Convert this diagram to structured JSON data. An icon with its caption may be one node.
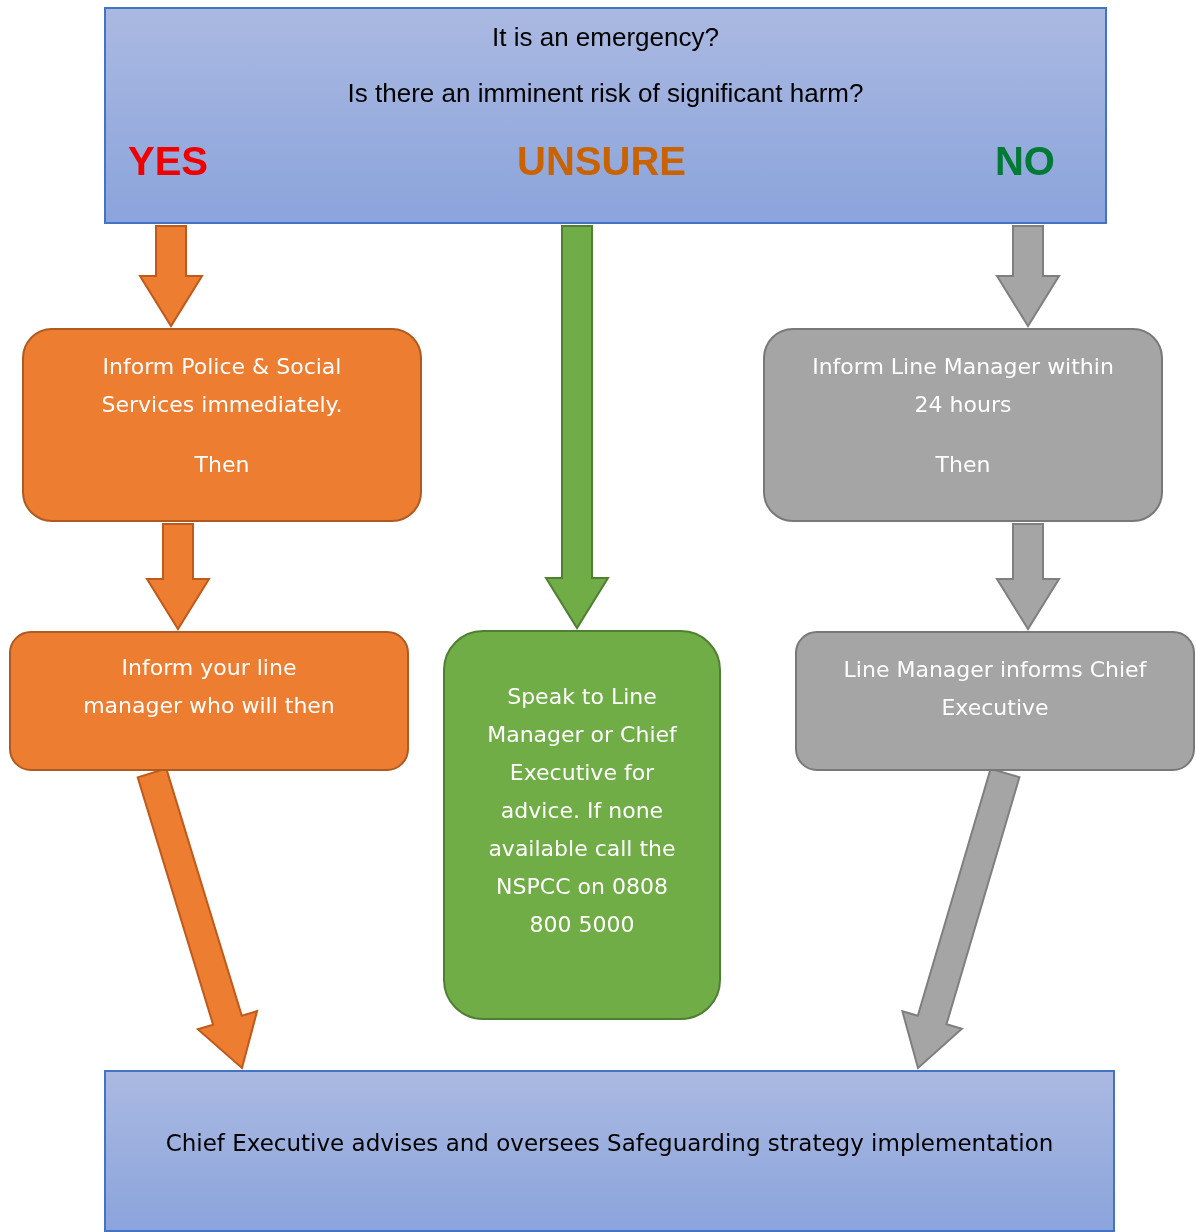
{
  "diagram": {
    "nodes": [
      {
        "text": [
          "It is an emergency?",
          "Is there an imminent risk of significant harm?",
          "YES",
          "UNSURE",
          "NO"
        ]
      },
      {
        "text": [
          "Inform Police & Social Services immediately.",
          "Then"
        ]
      },
      {
        "text": [
          "Inform your line manager who will then"
        ]
      },
      {
        "text": [
          "Speak to Line Manager or Chief Executive for advice. If none available call the NSPCC on 0808 800 5000"
        ]
      },
      {
        "text": [
          "Inform Line Manager within 24 hours",
          "Then"
        ]
      },
      {
        "text": [
          "Line Manager informs Chief Executive"
        ]
      },
      {
        "text": [
          "Chief Executive advises and oversees Safeguarding strategy implementation"
        ]
      }
    ],
    "edges": [
      {
        "from": 0,
        "to": 1,
        "arrow": "to",
        "color": "#ed7d31"
      },
      {
        "from": 1,
        "to": 2,
        "arrow": "to",
        "color": "#ed7d31"
      },
      {
        "from": 2,
        "to": 6,
        "arrow": "to",
        "color": "#ed7d31"
      },
      {
        "from": 0,
        "to": 3,
        "arrow": "to",
        "color": "#70ad47"
      },
      {
        "from": 0,
        "to": 4,
        "arrow": "to",
        "color": "#a5a5a5"
      },
      {
        "from": 4,
        "to": 5,
        "arrow": "to",
        "color": "#a5a5a5"
      },
      {
        "from": 5,
        "to": 6,
        "arrow": "to",
        "color": "#a5a5a5"
      }
    ]
  }
}
